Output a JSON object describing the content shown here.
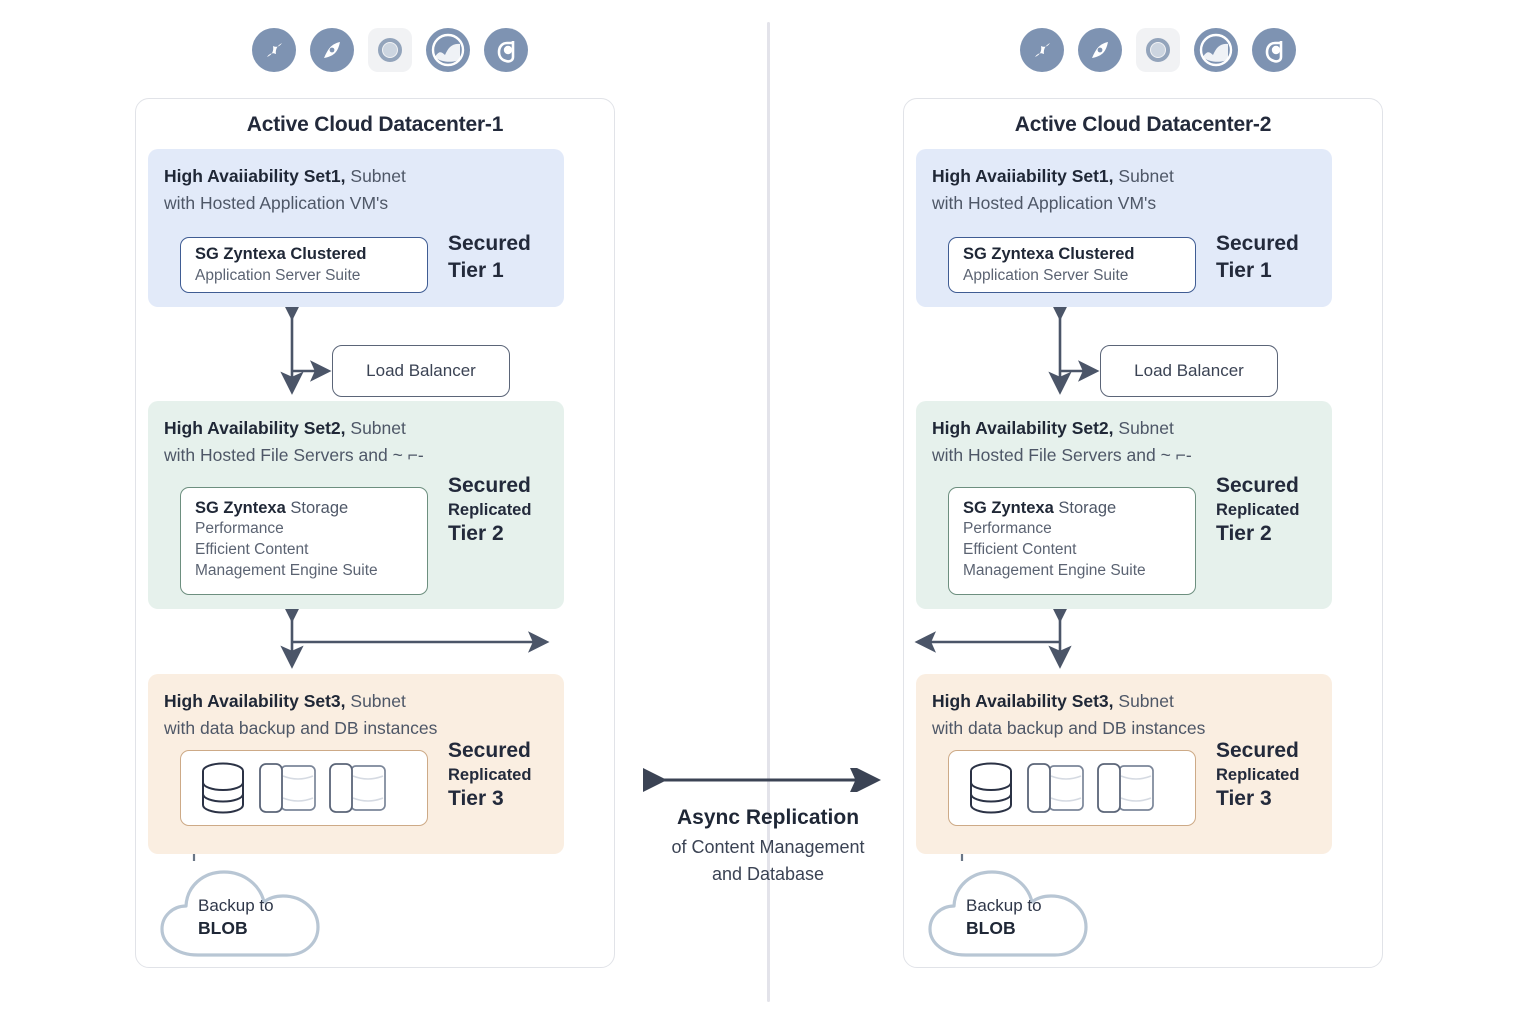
{
  "diagram": {
    "title": "Active Cloud Datacenter Multi-Tier Replication Architecture",
    "colors": {
      "tier1_bg": "#e2eaf9",
      "tier2_bg": "#e6f1ec",
      "tier3_bg": "#faeee1",
      "tier1_border": "#3f5c93",
      "tier2_border": "#6d8f7f",
      "tier3_border": "#cdaa87",
      "panel_border": "#e1e3e8",
      "arrow": "#4b5568",
      "cloud_stroke": "#b8c6d4",
      "icon_fill": "#7e93b2",
      "divider": "#e3e3ea"
    }
  },
  "icon_strip": [
    {
      "name": "compass-needle-icon",
      "glyph": "compass-needle"
    },
    {
      "name": "compass-icon",
      "glyph": "compass"
    },
    {
      "name": "ring-circle-icon",
      "glyph": "ring"
    },
    {
      "name": "image-mountain-icon",
      "glyph": "mountain"
    },
    {
      "name": "g-badge-icon",
      "glyph": "g-badge"
    }
  ],
  "datacenters": [
    {
      "id": "dc1",
      "title": "Active Cloud Datacenter-1",
      "horizontal_arrow_direction": "right",
      "tiers": [
        {
          "id": "tier1",
          "head_bold": "High Avaiiability Set1,",
          "head_rest": " Subnet",
          "head_line2": "with Hosted Application VM's",
          "card_line1_bold": "SG Zyntexa Clustered",
          "card_line1_light": "",
          "card_line2": "Application Server Suite",
          "card_line3": "",
          "card_line4": "",
          "secured_top": "Secured",
          "secured_mid": "",
          "secured_bot": "Tier 1"
        },
        {
          "id": "tier2",
          "head_bold": "High Availability Set2,",
          "head_rest": " Subnet",
          "head_line2": "with Hosted File Servers and ~ ⌐-",
          "card_line1_bold": "SG Zyntexa",
          "card_line1_light": " Storage",
          "card_line2": "Performance",
          "card_line3": "Efficient Content",
          "card_line4": "Management Engine Suite",
          "secured_top": "Secured",
          "secured_mid": "Replicated",
          "secured_bot": "Tier 2"
        },
        {
          "id": "tier3",
          "head_bold": "High Availability Set3,",
          "head_rest": " Subnet",
          "head_line2": "with data backup and DB instances",
          "card_line1_bold": "",
          "card_line1_light": "",
          "card_line2": "",
          "card_line3": "",
          "card_line4": "",
          "secured_top": "Secured",
          "secured_mid": "Replicated",
          "secured_bot": "Tier 3"
        }
      ],
      "load_balancer": "Load Balancer",
      "cloud_line1": "Backup to",
      "cloud_line2": "BLOB"
    },
    {
      "id": "dc2",
      "title": "Active Cloud Datacenter-2",
      "horizontal_arrow_direction": "left",
      "tiers": [
        {
          "id": "tier1",
          "head_bold": "High Avaiiability Set1,",
          "head_rest": " Subnet",
          "head_line2": "with Hosted Application VM's",
          "card_line1_bold": "SG Zyntexa Clustered",
          "card_line1_light": "",
          "card_line2": "Application Server Suite",
          "card_line3": "",
          "card_line4": "",
          "secured_top": "Secured",
          "secured_mid": "",
          "secured_bot": "Tier 1"
        },
        {
          "id": "tier2",
          "head_bold": "High Availability Set2,",
          "head_rest": " Subnet",
          "head_line2": "with Hosted File Servers and ~ ⌐-",
          "card_line1_bold": "SG Zyntexa",
          "card_line1_light": " Storage",
          "card_line2": "Performance",
          "card_line3": "Efficient Content",
          "card_line4": "Management Engine Suite",
          "secured_top": "Secured",
          "secured_mid": "Replicated",
          "secured_bot": "Tier 2"
        },
        {
          "id": "tier3",
          "head_bold": "High Availability Set3,",
          "head_rest": " Subnet",
          "head_line2": "with data backup and DB instances",
          "card_line1_bold": "",
          "card_line1_light": "",
          "card_line2": "",
          "card_line3": "",
          "card_line4": "",
          "secured_top": "Secured",
          "secured_mid": "Replicated",
          "secured_bot": "Tier 3"
        }
      ],
      "load_balancer": "Load Balancer",
      "cloud_line1": "Backup to",
      "cloud_line2": "BLOB"
    }
  ],
  "center": {
    "async_title": "Async Replication",
    "async_sub_line1": "of Content Management",
    "async_sub_line2": "and Database",
    "arrow_direction": "bidirectional"
  }
}
